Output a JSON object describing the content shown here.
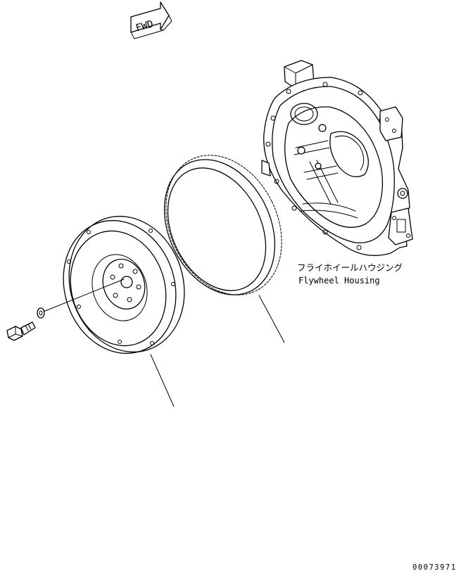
{
  "fwd_arrow": {
    "label": "FWD"
  },
  "labels": {
    "housing_jp": "フライホイールハウジング",
    "housing_en": "Flywheel Housing"
  },
  "drawing_number": "00073971"
}
